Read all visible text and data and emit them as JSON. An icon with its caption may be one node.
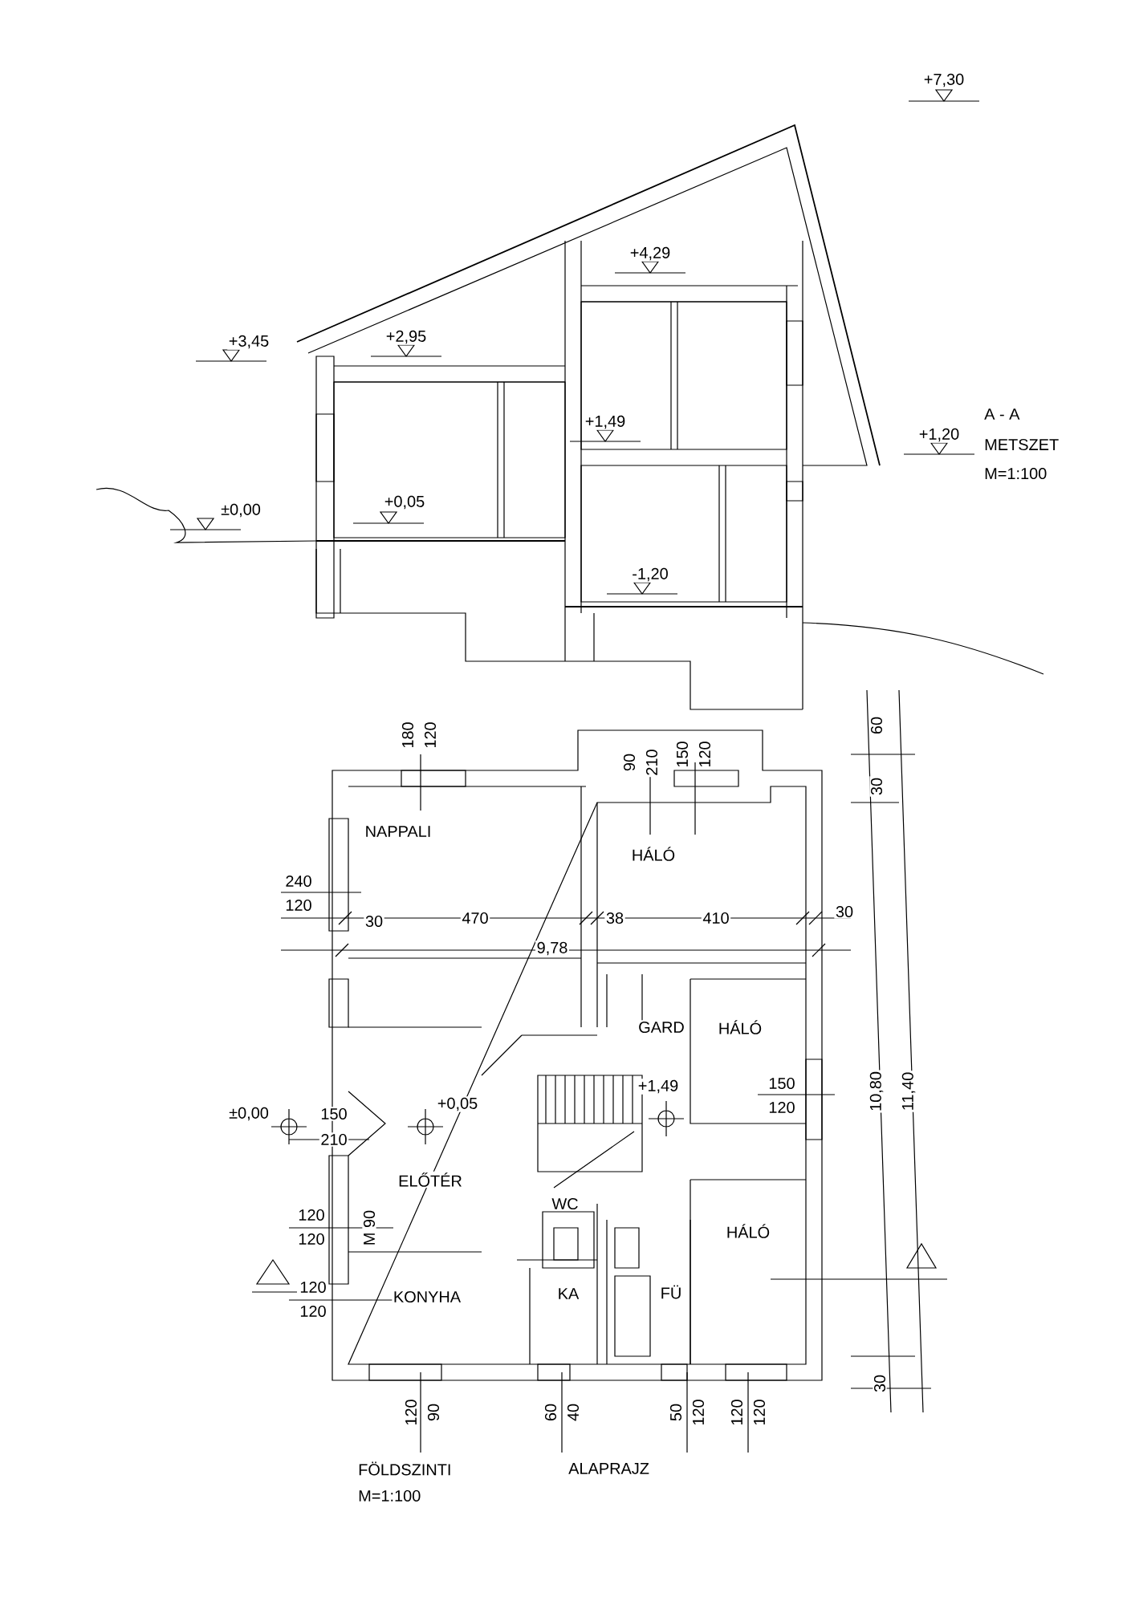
{
  "diagram": {
    "labels": [
      "+7,30",
      "+4,29",
      "+3,45",
      "+2,95",
      "+1,49",
      "A - A",
      "+1,20",
      "METSZET",
      "M=1:100",
      "±0,00",
      "+0,05",
      "-1,20",
      "60",
      "30",
      "180",
      "120",
      "90",
      "210",
      "150",
      "120",
      "NAPPALI",
      "HÁLÓ",
      "240",
      "120",
      "30",
      "470",
      "38",
      "410",
      "30",
      "9,78",
      "GARD",
      "HÁLÓ",
      "±0,00",
      "150",
      "210",
      "+0,05",
      "+1,49",
      "150",
      "120",
      "10,80",
      "11,40",
      "ELŐTÉR",
      "WC",
      "120",
      "120",
      "M 90",
      "HÁLÓ",
      "120",
      "120",
      "KONYHA",
      "KA",
      "FÜ",
      "120",
      "90",
      "60",
      "40",
      "50",
      "120",
      "120",
      "120",
      "30",
      "FÖLDSZINTI",
      "ALAPRAJZ",
      "M=1:100"
    ]
  }
}
